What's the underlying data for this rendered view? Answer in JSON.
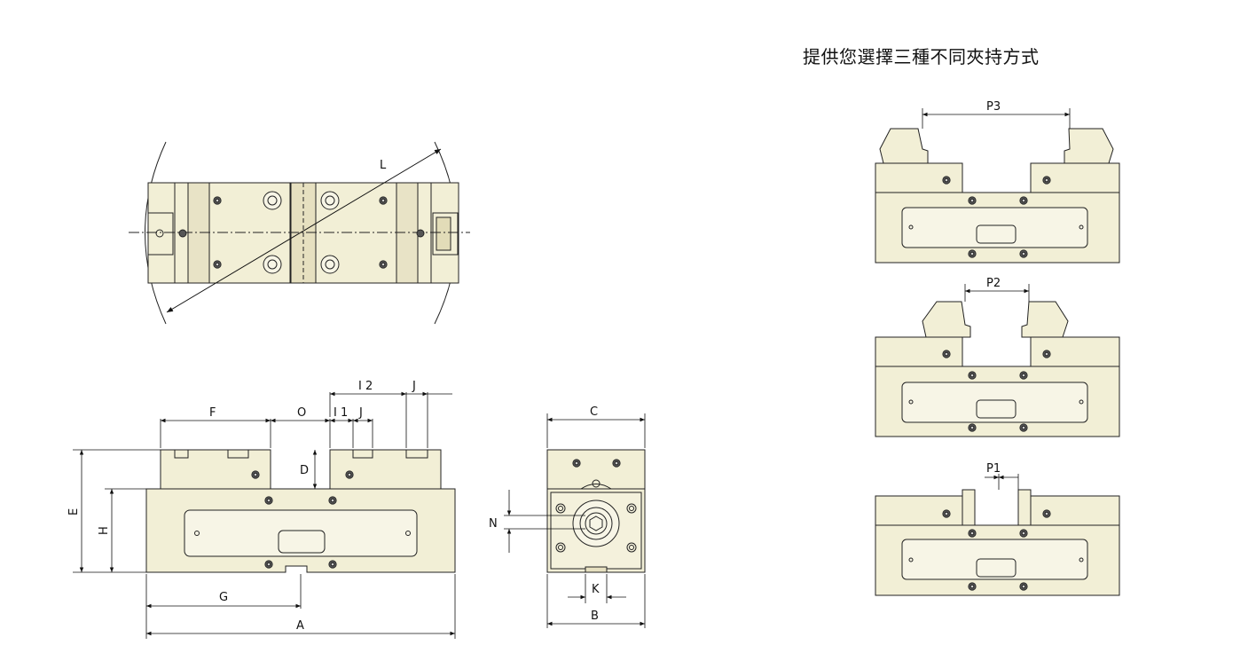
{
  "heading": "提供您選擇三種不同夾持方式",
  "labels": {
    "L": "L",
    "F": "F",
    "O": "O",
    "I1": "I 1",
    "J_small": "J",
    "I2": "I 2",
    "J_top": "J",
    "D": "D",
    "E": "E",
    "H": "H",
    "G": "G",
    "A": "A",
    "C": "C",
    "N": "N",
    "K": "K",
    "B": "B",
    "P3": "P3",
    "P2": "P2",
    "P1": "P1"
  },
  "colors": {
    "body": "#f2efd6",
    "line": "#222222",
    "dim": "#111111"
  }
}
